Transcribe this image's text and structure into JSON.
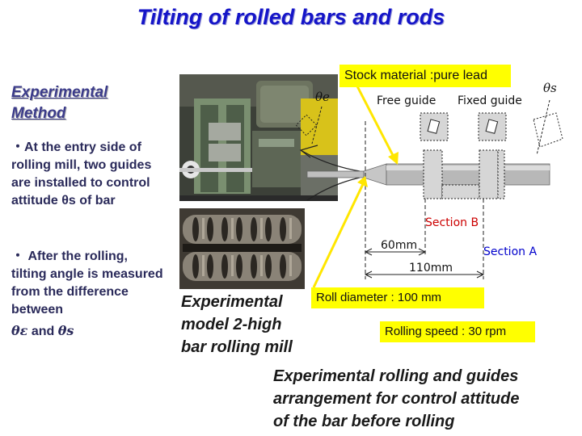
{
  "title": "Tilting of rolled bars and rods",
  "method": {
    "line1": "Experimental",
    "line2": "Method"
  },
  "bullets": [
    "・At the entry side of rolling mill, two guides are installed to control attitude θs of  bar",
    "・ After the rolling, tilting angle is measured from the difference between"
  ],
  "theta_line": {
    "e": "θε",
    "and": " and ",
    "s": "θs"
  },
  "mill_caption": [
    "Experimental",
    "model 2-high",
    "bar rolling mill"
  ],
  "stock_label": "Stock material :pure lead",
  "roll_diameter": "Roll diameter : 100 mm",
  "rolling_speed": "Rolling speed : 30 rpm",
  "arrangement_caption": [
    "Experimental rolling and guides",
    "arrangement for control attitude",
    "of the bar before rolling"
  ],
  "diagram": {
    "free_guide": "Free guide",
    "fixed_guide": "Fixed guide",
    "theta_e": "θe",
    "theta_s": "θs",
    "section_b": "Section B",
    "section_a": "Section A",
    "dim_60": "60mm",
    "dim_110": "110mm"
  }
}
